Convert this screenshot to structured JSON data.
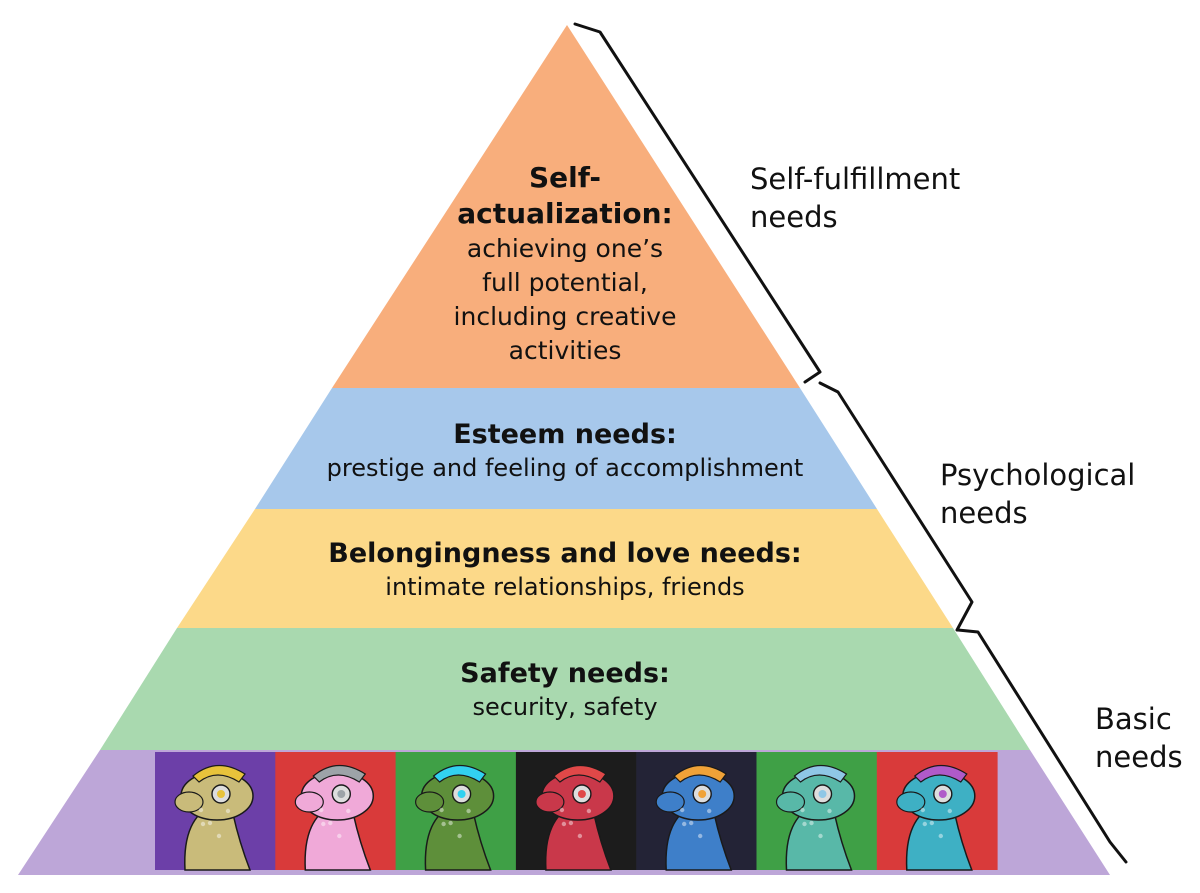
{
  "tiers": [
    {
      "title_1": "Self-",
      "title_2": "actualization:",
      "desc_1": "achieving one’s",
      "desc_2": "full potential,",
      "desc_3": "including creative",
      "desc_4": "activities",
      "color": "#F8AE7C"
    },
    {
      "title": "Esteem needs:",
      "desc": "prestige and feeling of accomplishment",
      "color": "#A7C8EB"
    },
    {
      "title": "Belongingness and love needs:",
      "desc": "intimate relationships, friends",
      "color": "#FCD989"
    },
    {
      "title": "Safety needs:",
      "desc": "security, safety",
      "color": "#A9D9AF"
    }
  ],
  "base": {
    "color": "#BDA6D8",
    "portraits": [
      {
        "bg": "#6C3FA8",
        "skin": "#C9BB7A",
        "accent": "#E8C33B"
      },
      {
        "bg": "#D93A3A",
        "skin": "#F0A9D8",
        "accent": "#9DA3A8"
      },
      {
        "bg": "#3FA046",
        "skin": "#5E8F3A",
        "accent": "#32D1F0"
      },
      {
        "bg": "#1C1C1C",
        "skin": "#C9384A",
        "accent": "#E04848"
      },
      {
        "bg": "#232336",
        "skin": "#3E7FC9",
        "accent": "#F0A238"
      },
      {
        "bg": "#3FA046",
        "skin": "#58B8A8",
        "accent": "#8FC7E6"
      },
      {
        "bg": "#D93A3A",
        "skin": "#3EB0C4",
        "accent": "#B05AC9"
      }
    ]
  },
  "groups": [
    {
      "line_1": "Self-fulfillment",
      "line_2": "needs"
    },
    {
      "line_1": "Psychological",
      "line_2": "needs"
    },
    {
      "line_1": "Basic",
      "line_2": "needs"
    }
  ],
  "colors": {
    "stroke": "#111111",
    "text": "#111111"
  }
}
